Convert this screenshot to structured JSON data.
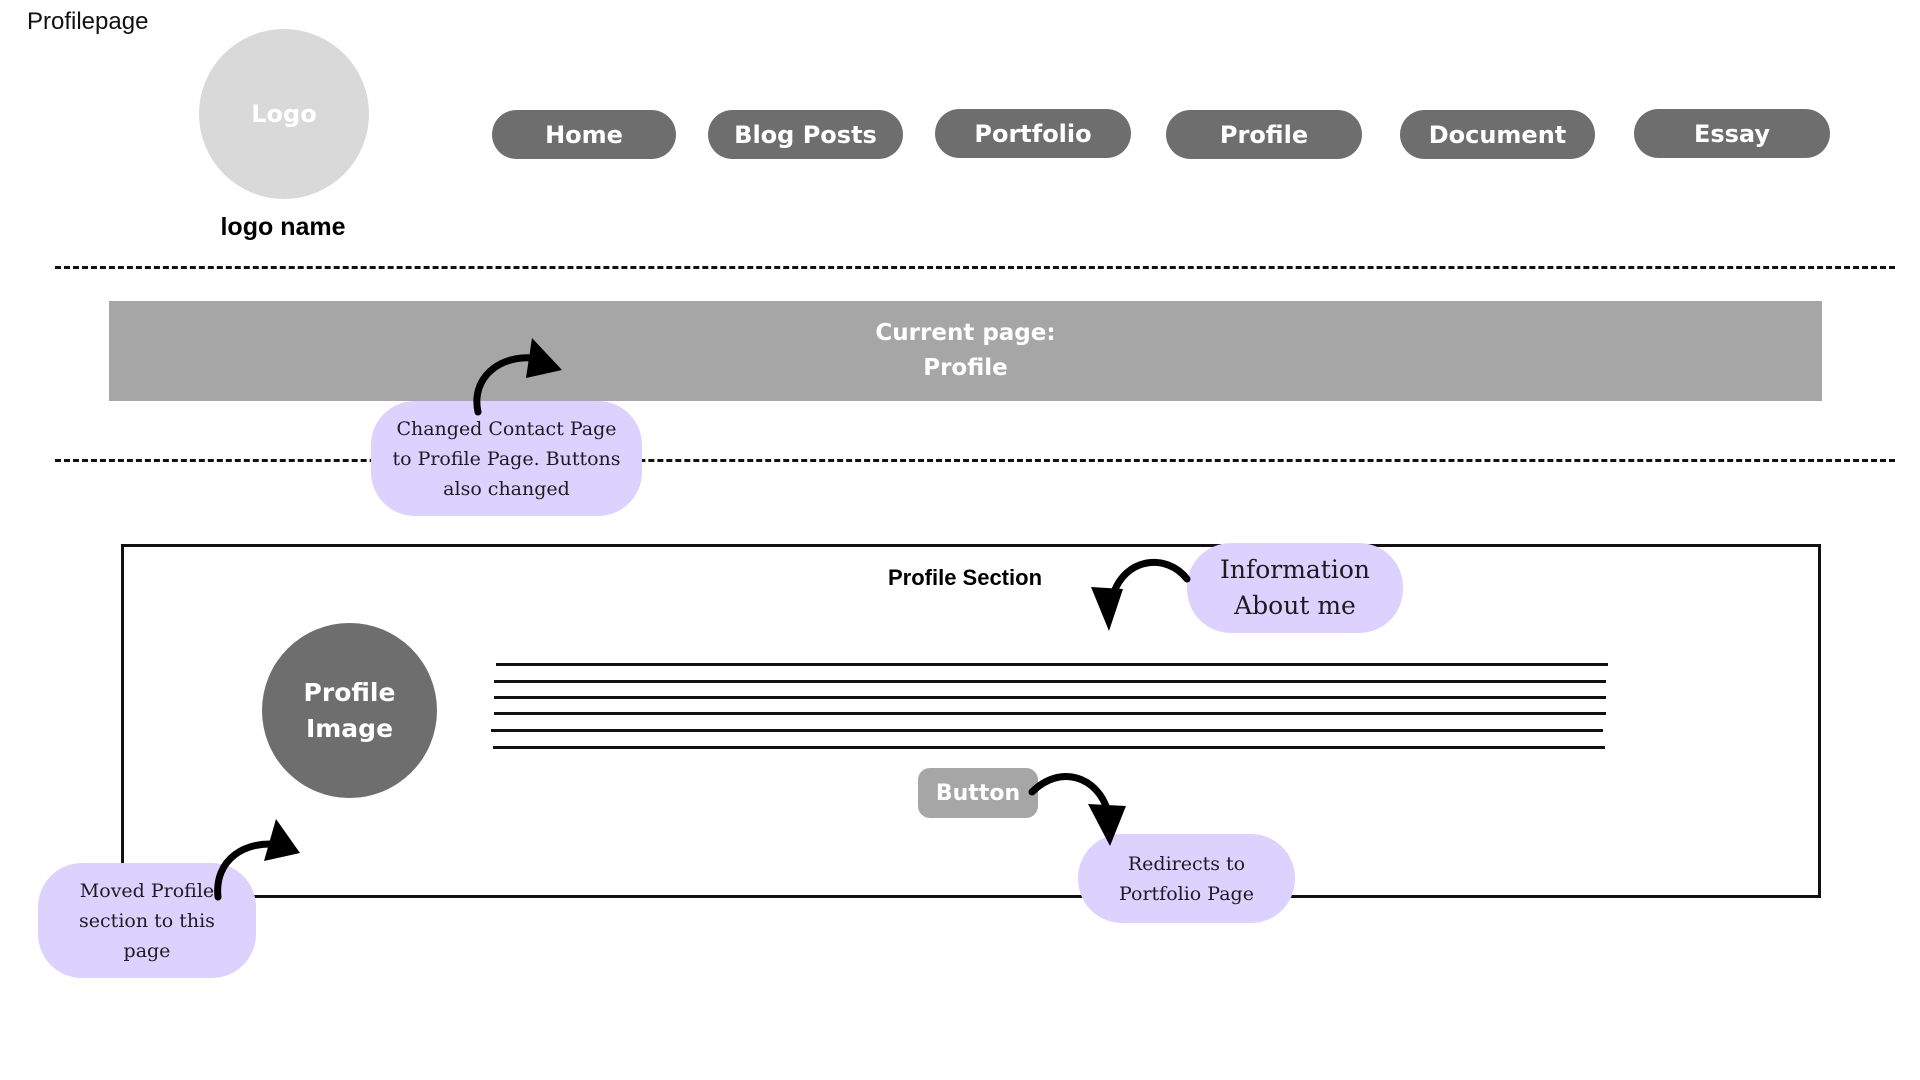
{
  "page": {
    "label": "Profilepage"
  },
  "logo": {
    "text": "Logo",
    "name": "logo name"
  },
  "nav": {
    "items": [
      {
        "label": "Home"
      },
      {
        "label": "Blog Posts"
      },
      {
        "label": "Portfolio"
      },
      {
        "label": "Profile"
      },
      {
        "label": "Document"
      },
      {
        "label": "Essay"
      }
    ]
  },
  "banner": {
    "line1": "Current page:",
    "line2": "Profile"
  },
  "profile_section": {
    "title": "Profile Section",
    "image_line1": "Profile",
    "image_line2": "Image",
    "button_label": "Button"
  },
  "notes": {
    "contact_change": {
      "line1": "Changed Contact Page",
      "line2": "to Profile Page. Buttons",
      "line3": "also changed"
    },
    "information": {
      "line1": "Information",
      "line2": "About me"
    },
    "moved_profile": {
      "line1": "Moved Profile",
      "line2": "section to this",
      "line3": "page"
    },
    "redirects": {
      "line1": "Redirects to",
      "line2": "Portfolio Page"
    }
  },
  "colors": {
    "nav_button": "#6e6e6e",
    "logo_circle": "#d9d9d9",
    "banner": "#a6a6a6",
    "note_bubble": "#dcd2ff",
    "profile_image": "#6e6e6e",
    "action_button": "#a6a6a6"
  },
  "icons": {
    "annotation_arrow": "curved-arrow-icon"
  }
}
